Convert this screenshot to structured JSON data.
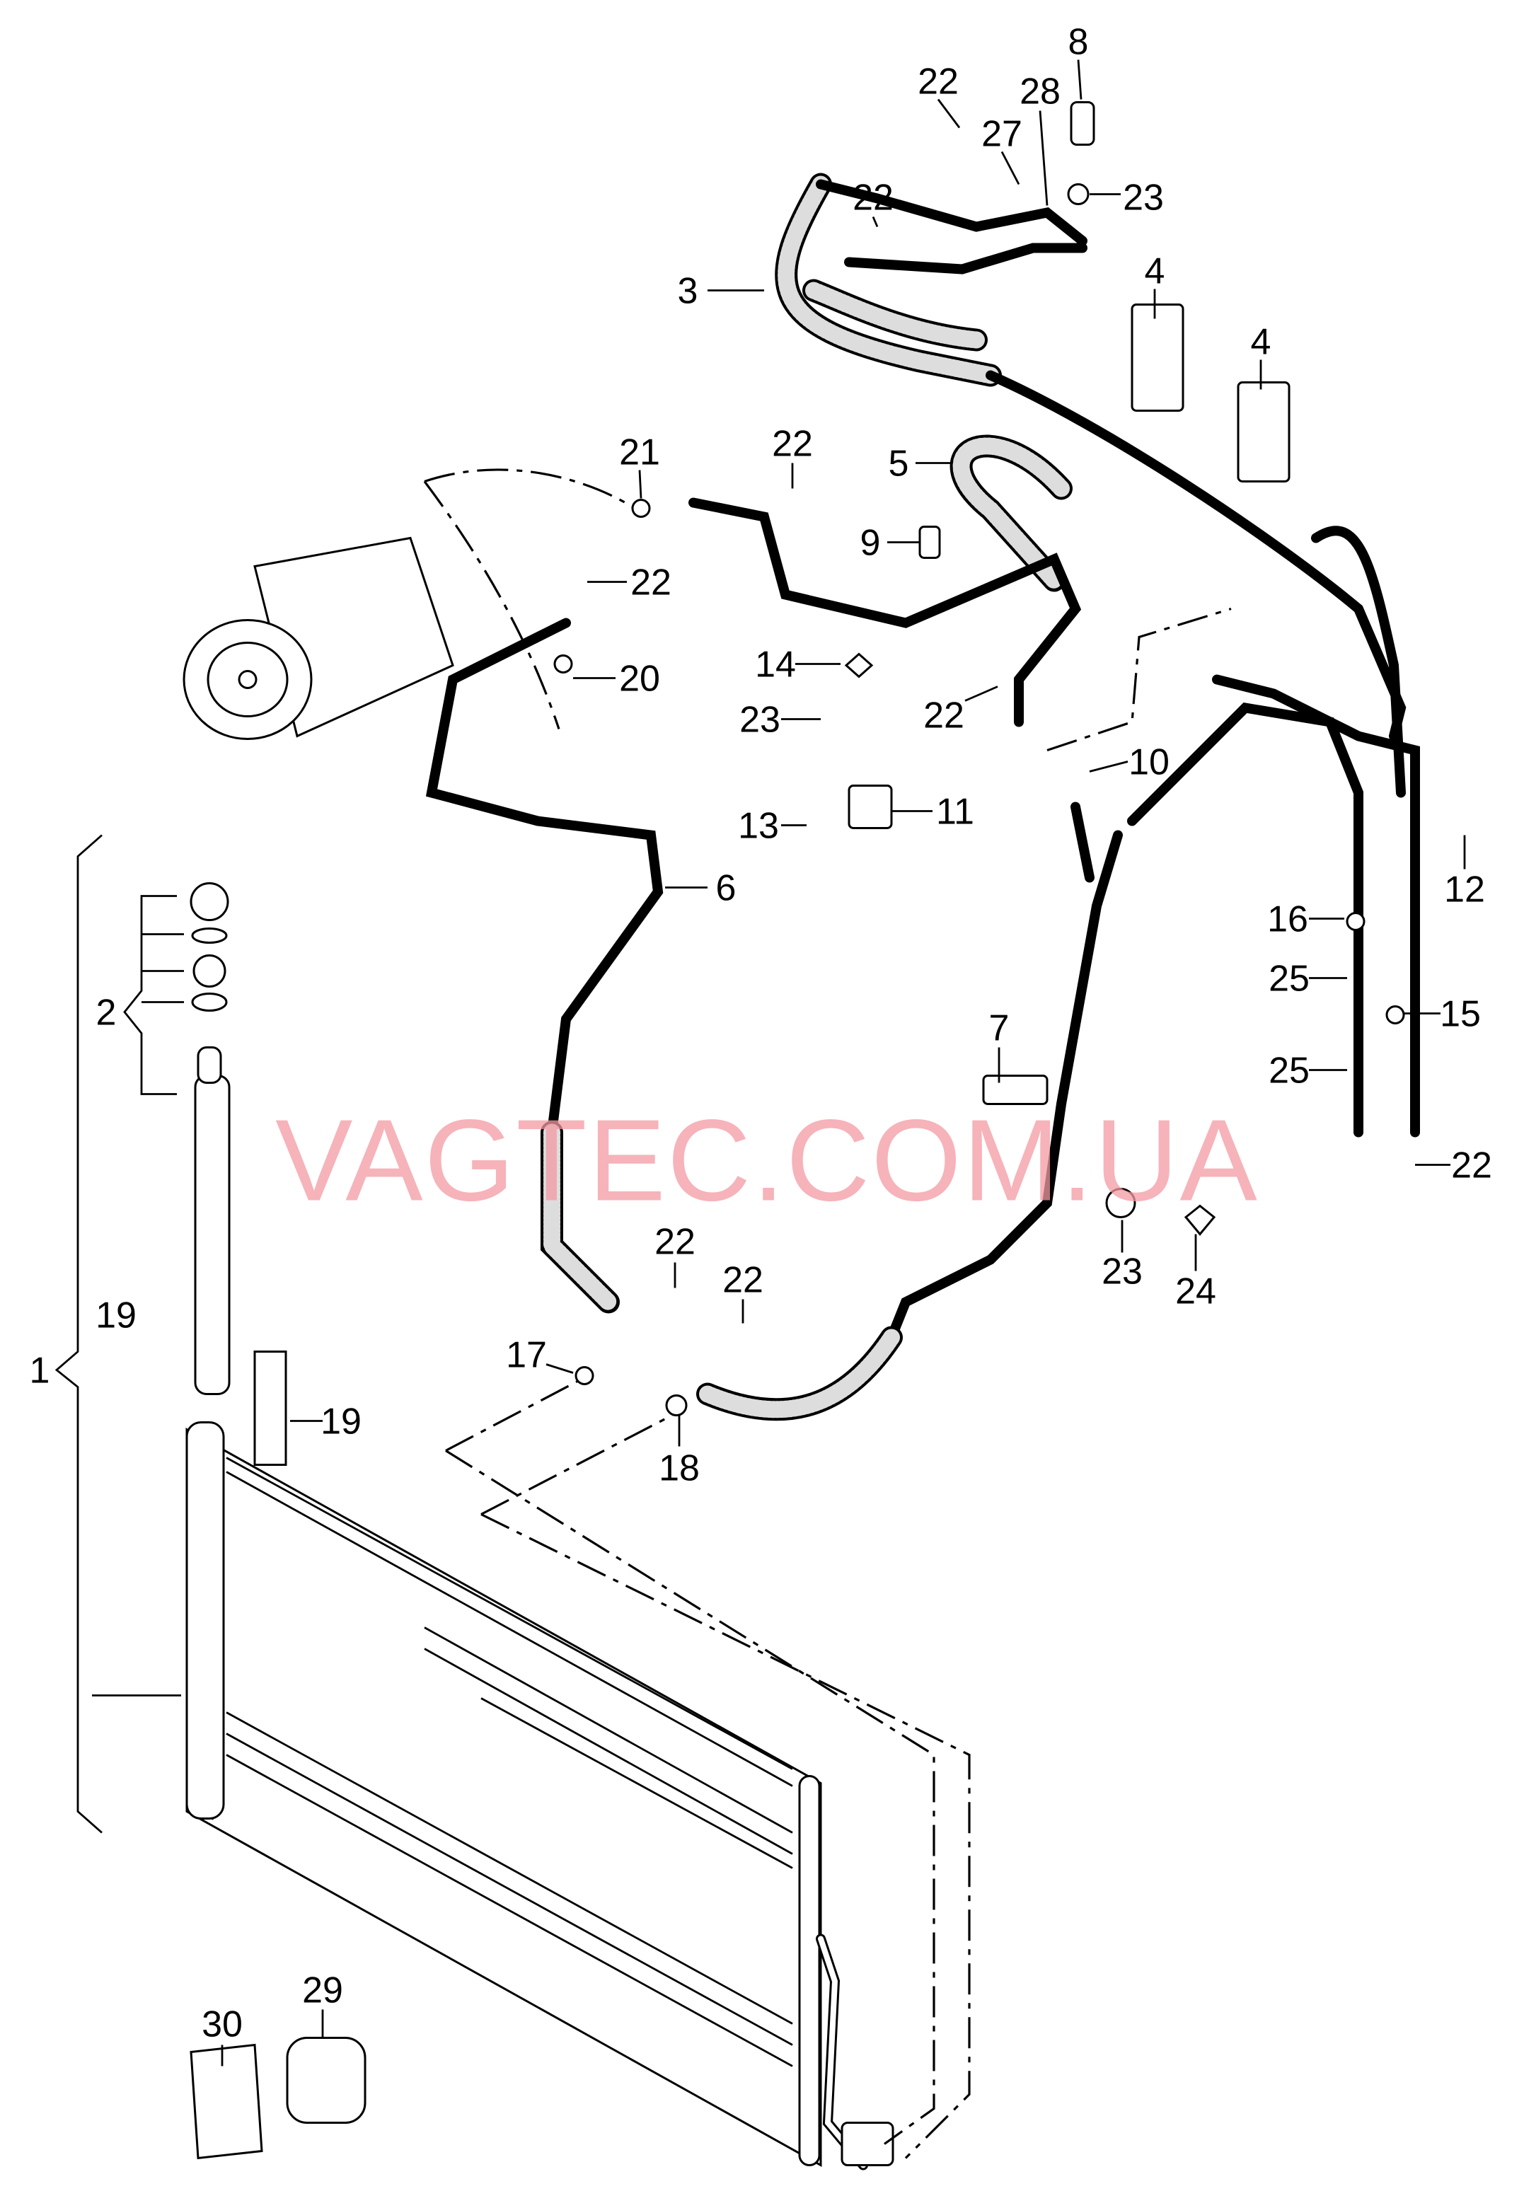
{
  "watermark": "VAGTEC.COM.UA",
  "watermark_color": "#f49aa3",
  "callouts": {
    "c8": "8",
    "c22a": "22",
    "c28": "28",
    "c27": "27",
    "c23a": "23",
    "c22b": "22",
    "c3": "3",
    "c4a": "4",
    "c4b": "4",
    "c21": "21",
    "c22c": "22",
    "c5": "5",
    "c9": "9",
    "c22d": "22",
    "c14": "14",
    "c20": "20",
    "c23b": "23",
    "c22e": "22",
    "c10": "10",
    "c11": "11",
    "c13": "13",
    "c12": "12",
    "c6": "6",
    "c16": "16",
    "c25a": "25",
    "c15": "15",
    "c2": "2",
    "c7": "7",
    "c25b": "25",
    "c22f": "22",
    "c19a": "19",
    "c22g": "22",
    "c22h": "22",
    "c17": "17",
    "c23c": "23",
    "c24": "24",
    "c1": "1",
    "c19b": "19",
    "c18": "18",
    "c29": "29",
    "c30": "30"
  }
}
